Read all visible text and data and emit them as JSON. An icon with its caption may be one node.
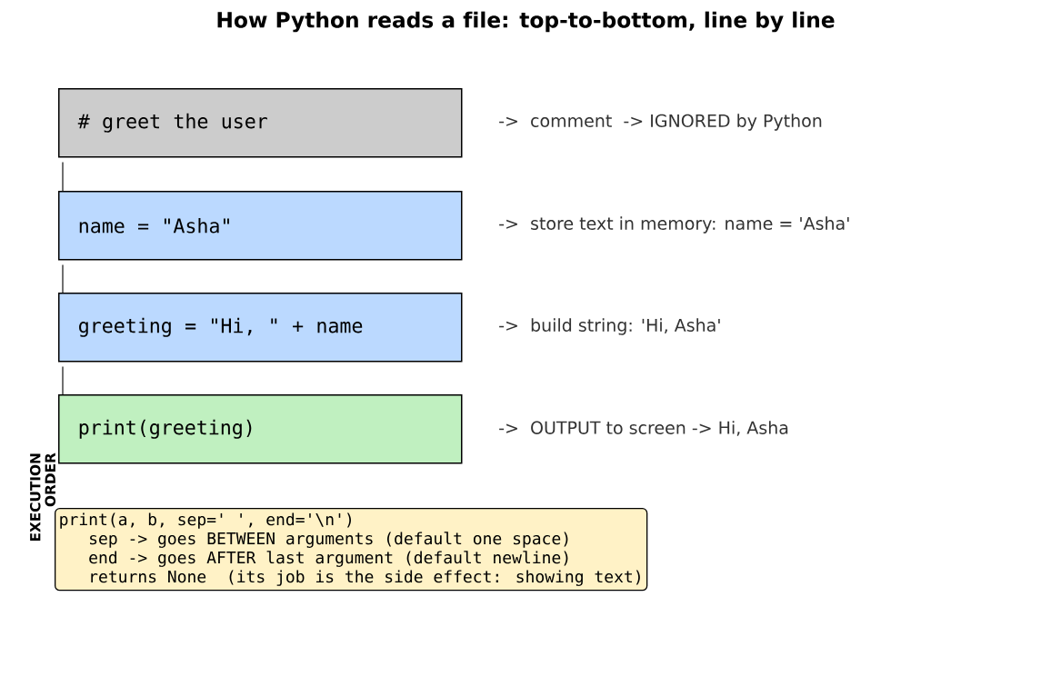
{
  "diagram": {
    "title": "How Python reads a file: top-to-bottom, line by line",
    "nodes": [
      {
        "text": [
          "# greet the user"
        ],
        "beside": [
          "->  comment  -> IGNORED by Python"
        ]
      },
      {
        "text": [
          "name = \"Asha\""
        ],
        "beside": [
          "->  store text in memory: name = 'Asha'"
        ]
      },
      {
        "text": [
          "greeting = \"Hi, \" + name"
        ],
        "beside": [
          "->  build string: 'Hi, Asha'"
        ]
      },
      {
        "text": [
          "print(greeting)"
        ],
        "beside": [
          "->  OUTPUT to screen -> Hi, Asha"
        ]
      },
      {
        "text": [
          "print(a, b, sep=' ', end='\\n')",
          "sep -> goes BETWEEN arguments (default one space)",
          "end -> goes AFTER last argument (default newline)",
          "returns None  (its job is the side effect: showing text)"
        ]
      }
    ],
    "edges": [
      {
        "from": 0,
        "to": 1,
        "arrow": "none"
      },
      {
        "from": 1,
        "to": 2,
        "arrow": "none"
      },
      {
        "from": 2,
        "to": 3,
        "arrow": "none"
      }
    ],
    "labels": [
      "EXECUTION ORDER"
    ]
  }
}
